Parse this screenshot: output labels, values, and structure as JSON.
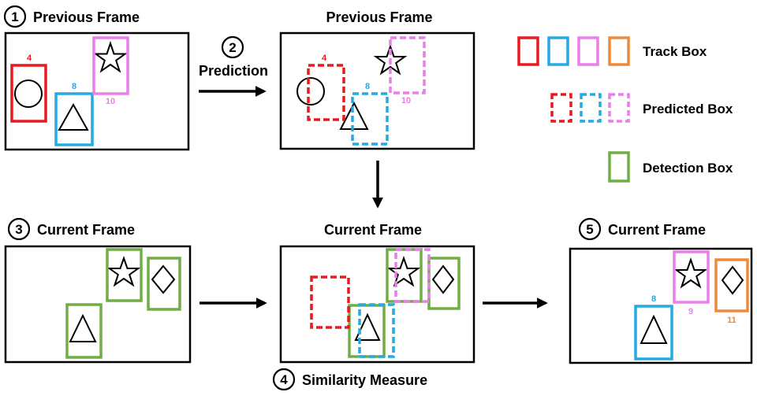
{
  "colors": {
    "red": "#e8191f",
    "blue": "#27a9e1",
    "pink": "#ea7fea",
    "orange": "#ef8a3c",
    "green": "#70ad47",
    "black": "#000000"
  },
  "steps": {
    "s1": {
      "num": "1",
      "label": "Previous Frame"
    },
    "s2": {
      "num": "2",
      "label": "Prediction"
    },
    "s3": {
      "num": "3",
      "label": "Current Frame"
    },
    "s4": {
      "num": "4",
      "label": "Similarity Measure"
    },
    "s5": {
      "num": "5",
      "label": "Current Frame"
    }
  },
  "titles": {
    "predicted_frame": "Previous  Frame",
    "matching_frame": "Current Frame"
  },
  "ids": {
    "f1_red": "4",
    "f1_blue": "8",
    "f1_pink": "10",
    "f2_red": "4",
    "f2_blue": "8",
    "f2_pink": "10",
    "f5_blue": "8",
    "f5_pink": "9",
    "f5_orange": "11"
  },
  "legend": {
    "track": "Track Box",
    "predicted": "Predicted Box",
    "detection": "Detection Box"
  }
}
